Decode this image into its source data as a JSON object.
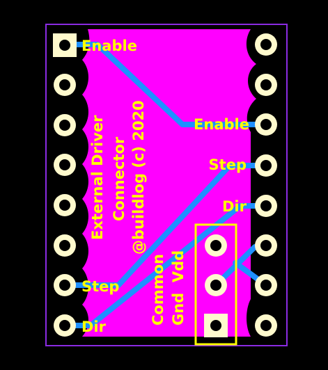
{
  "board": {
    "colors": {
      "background": "#000000",
      "outline": "#8a2be2",
      "copper_pour": "#ff00ff",
      "trace": "#1e90ff",
      "silkscreen": "#ffff00",
      "pad": "#fffacd"
    },
    "icons": [
      "square-pad-icon",
      "round-pad-icon",
      "trace-icon"
    ]
  },
  "left_header": {
    "labels": {
      "enable": "Enable",
      "step": "Step",
      "dir": "Dir"
    }
  },
  "right_header": {
    "labels": {
      "enable": "Enable",
      "step": "Step",
      "dir": "Dir"
    }
  },
  "center_text": {
    "line1": "External Driver",
    "line2": "Connector",
    "line3": "@buildlog (c) 2020"
  },
  "power_text": {
    "line1": "Common",
    "line2": "Gnd  Vdd"
  }
}
